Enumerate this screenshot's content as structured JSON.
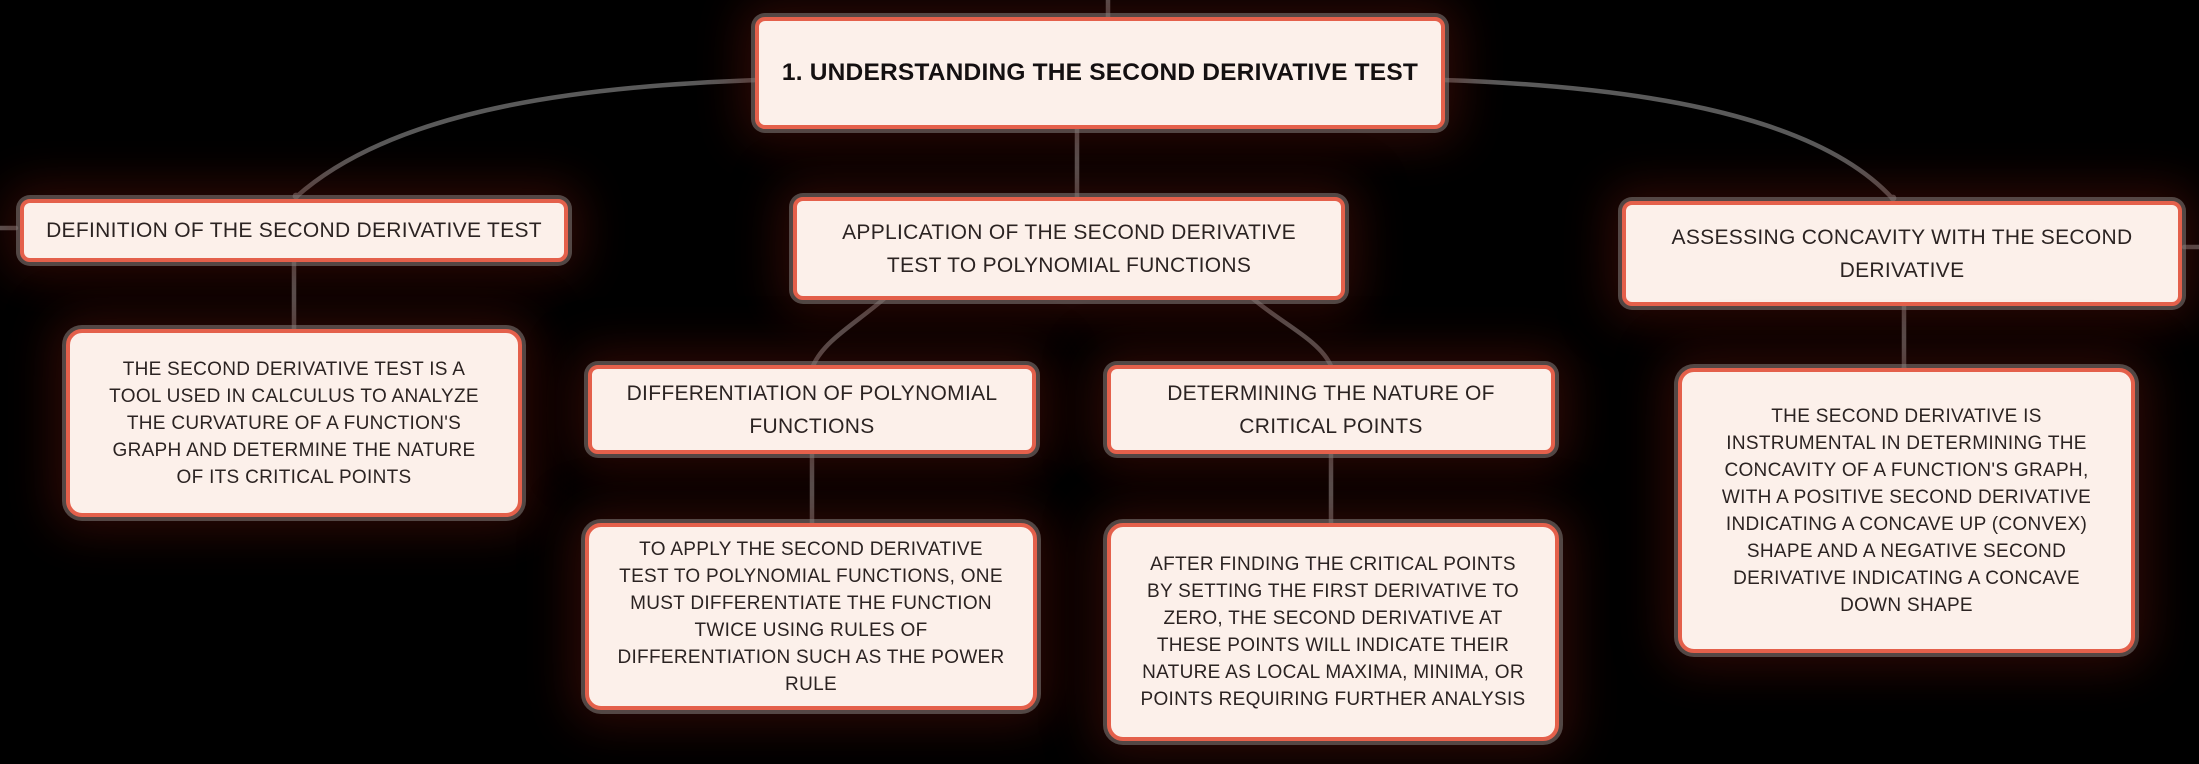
{
  "diagram": {
    "root": {
      "label": "1. UNDERSTANDING THE SECOND DERIVATIVE TEST"
    },
    "branches": [
      {
        "label": "DEFINITION OF THE SECOND DERIVATIVE TEST",
        "detail": "THE SECOND DERIVATIVE TEST IS A TOOL USED IN CALCULUS TO ANALYZE THE CURVATURE OF A FUNCTION'S GRAPH AND DETERMINE THE NATURE OF ITS CRITICAL POINTS"
      },
      {
        "label": "APPLICATION OF THE SECOND DERIVATIVE TEST TO POLYNOMIAL FUNCTIONS",
        "children": [
          {
            "label": "DIFFERENTIATION OF POLYNOMIAL FUNCTIONS",
            "detail": "TO APPLY THE SECOND DERIVATIVE TEST TO POLYNOMIAL FUNCTIONS, ONE MUST DIFFERENTIATE THE FUNCTION TWICE USING RULES OF DIFFERENTIATION SUCH AS THE POWER RULE"
          },
          {
            "label": "DETERMINING THE NATURE OF CRITICAL POINTS",
            "detail": "AFTER FINDING THE CRITICAL POINTS BY SETTING THE FIRST DERIVATIVE TO ZERO, THE SECOND DERIVATIVE AT THESE POINTS WILL INDICATE THEIR NATURE AS LOCAL MAXIMA, MINIMA, OR POINTS REQUIRING FURTHER ANALYSIS"
          }
        ]
      },
      {
        "label": "ASSESSING CONCAVITY WITH THE SECOND DERIVATIVE",
        "detail": "THE SECOND DERIVATIVE IS INSTRUMENTAL IN DETERMINING THE CONCAVITY OF A FUNCTION'S GRAPH, WITH A POSITIVE SECOND DERIVATIVE INDICATING A CONCAVE UP (CONVEX) SHAPE AND A NEGATIVE SECOND DERIVATIVE INDICATING A CONCAVE DOWN SHAPE"
      }
    ],
    "colors": {
      "background": "#000000",
      "node_fill": "#fcf0ea",
      "node_border": "#e4604b",
      "connector": "#5a5a5a",
      "text": "#2b2322"
    }
  }
}
